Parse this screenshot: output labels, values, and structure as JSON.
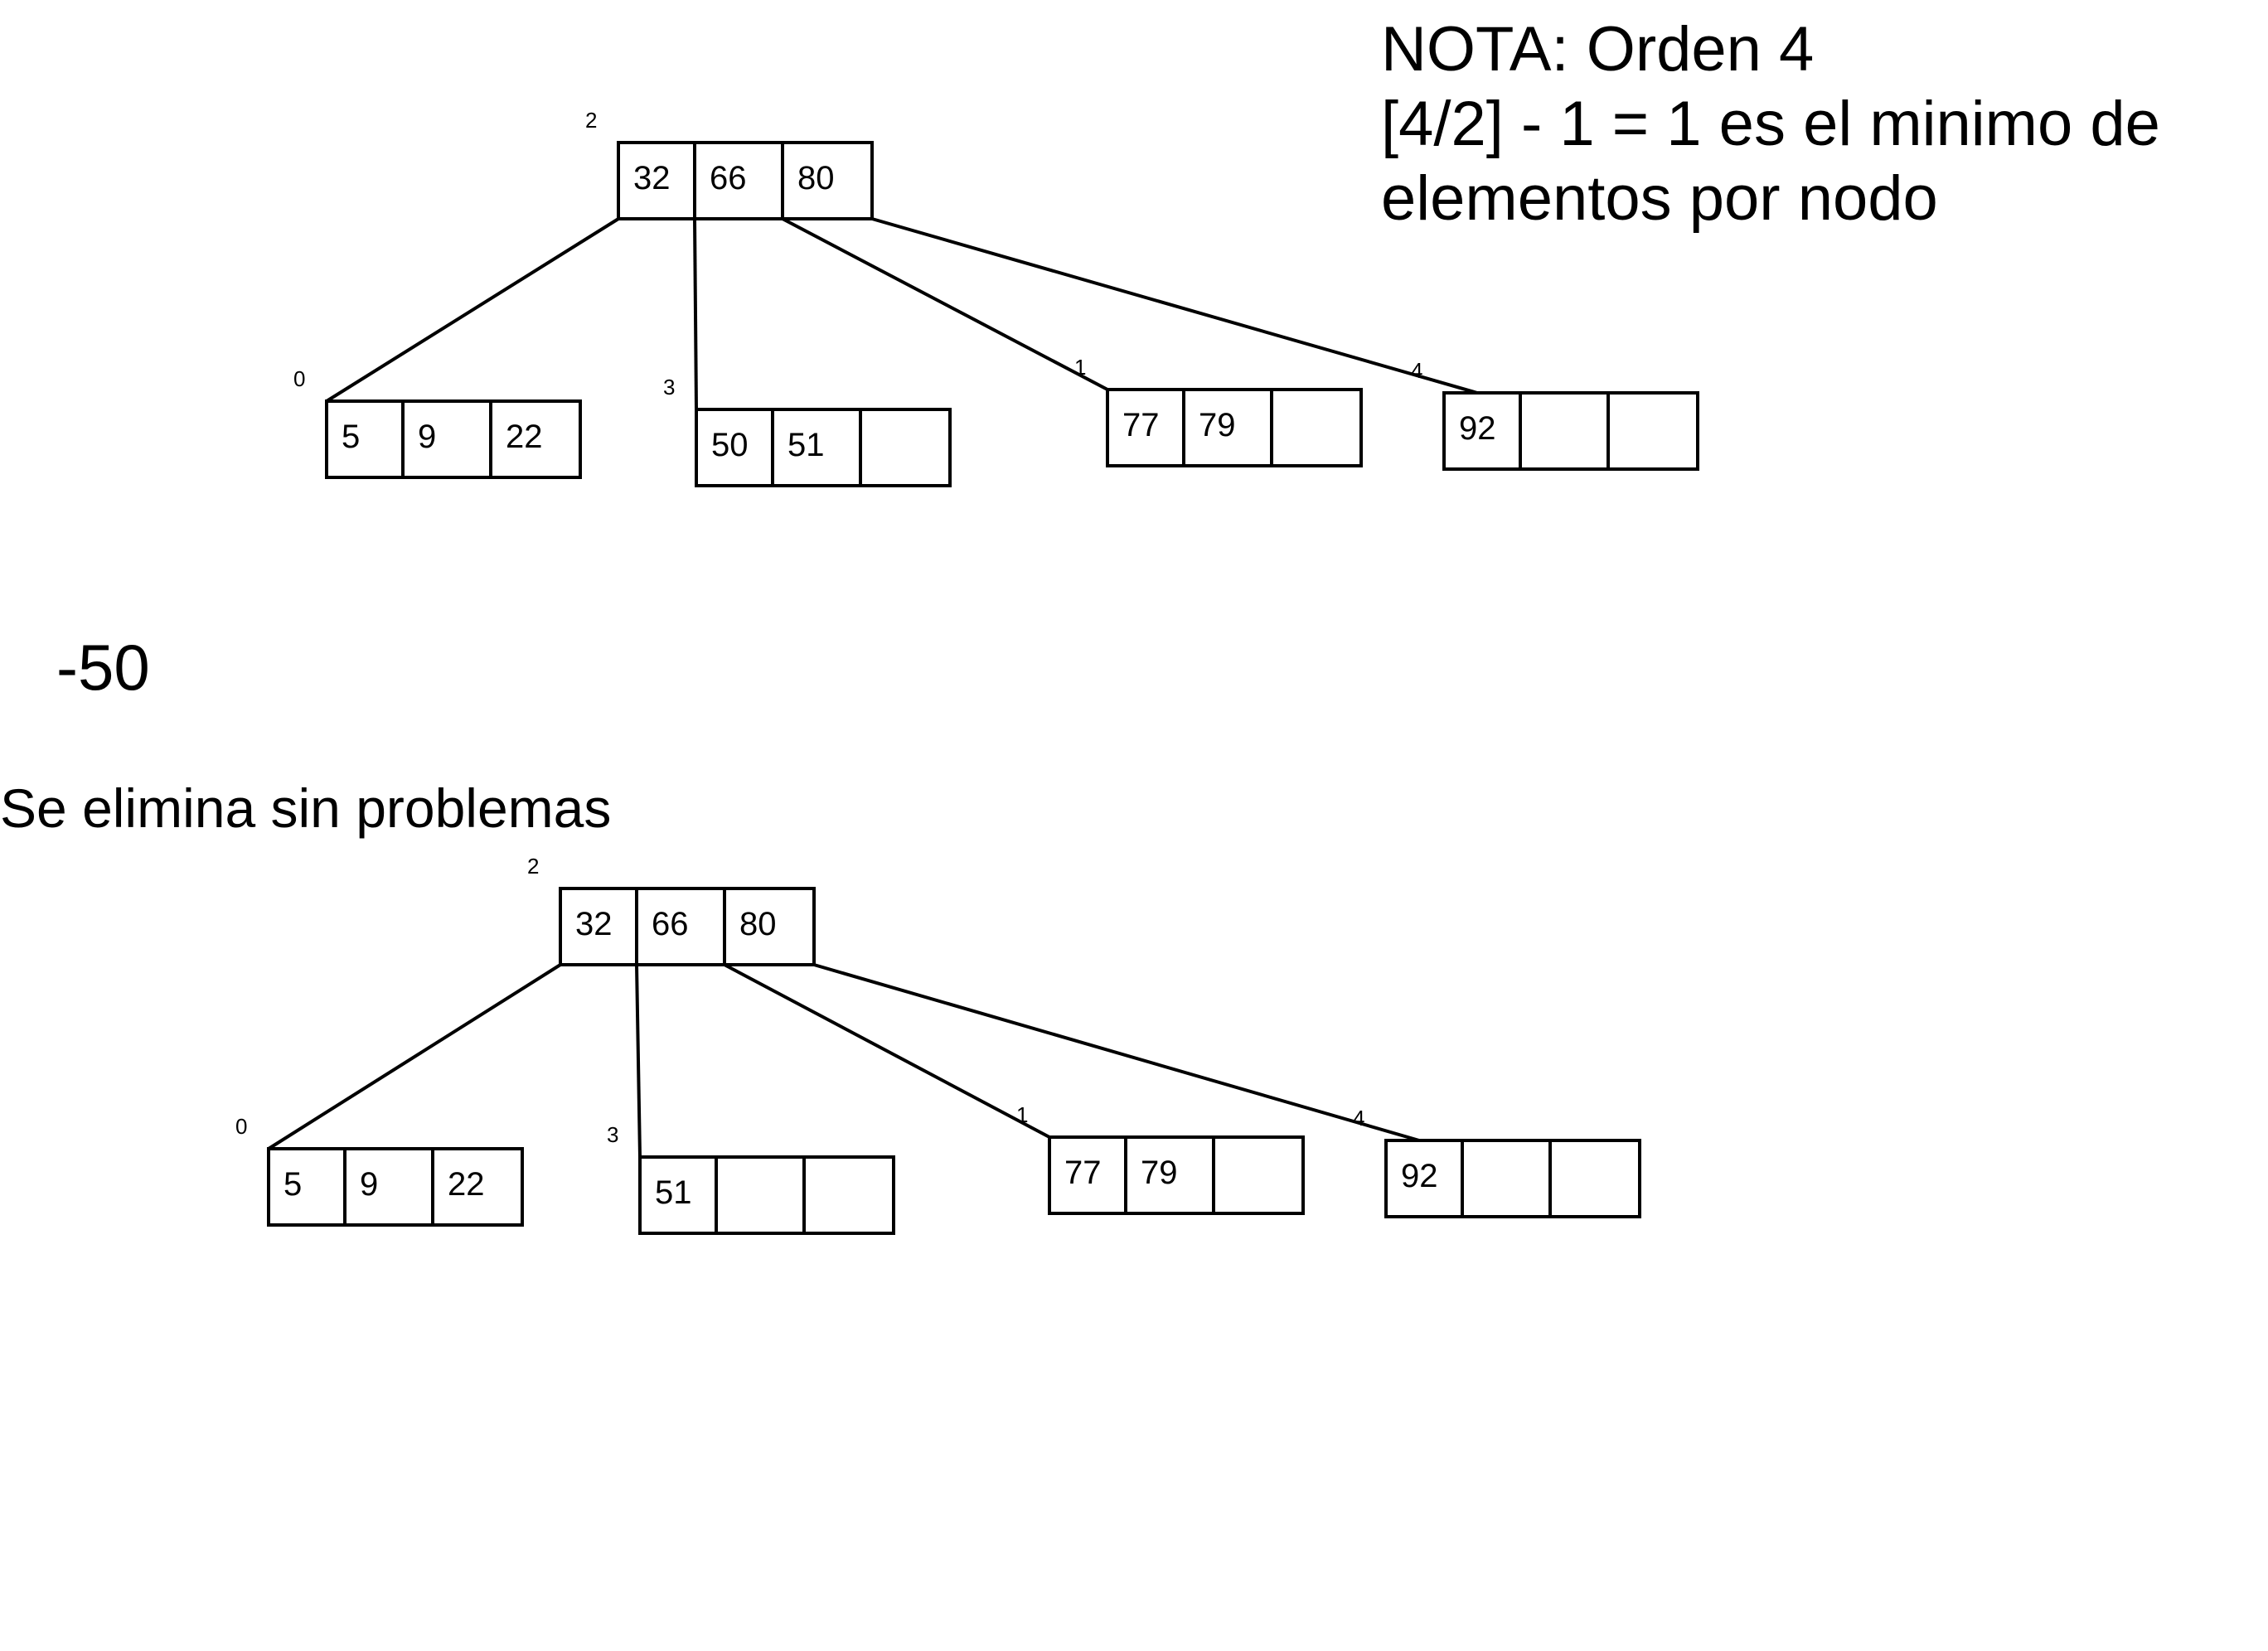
{
  "note": {
    "lines": [
      "NOTA: Orden 4",
      "[4/2] - 1 = 1 es el minimo de",
      "elementos por nodo"
    ]
  },
  "operation": "-50",
  "message": "Se elimina sin problemas",
  "trees": [
    {
      "name": "before",
      "nodes": [
        {
          "id": "2",
          "keys": [
            "32",
            "66",
            "80"
          ]
        },
        {
          "id": "0",
          "keys": [
            "5",
            "9",
            "22"
          ]
        },
        {
          "id": "3",
          "keys": [
            "50",
            "51",
            ""
          ]
        },
        {
          "id": "1",
          "keys": [
            "77",
            "79",
            ""
          ]
        },
        {
          "id": "4",
          "keys": [
            "92",
            "",
            ""
          ]
        }
      ],
      "edges": [
        [
          "2",
          "0"
        ],
        [
          "2",
          "3"
        ],
        [
          "2",
          "1"
        ],
        [
          "2",
          "4"
        ]
      ]
    },
    {
      "name": "after",
      "nodes": [
        {
          "id": "2",
          "keys": [
            "32",
            "66",
            "80"
          ]
        },
        {
          "id": "0",
          "keys": [
            "5",
            "9",
            "22"
          ]
        },
        {
          "id": "3",
          "keys": [
            "51",
            "",
            ""
          ]
        },
        {
          "id": "1",
          "keys": [
            "77",
            "79",
            ""
          ]
        },
        {
          "id": "4",
          "keys": [
            "92",
            "",
            ""
          ]
        }
      ],
      "edges": [
        [
          "2",
          "0"
        ],
        [
          "2",
          "3"
        ],
        [
          "2",
          "1"
        ],
        [
          "2",
          "4"
        ]
      ]
    }
  ]
}
